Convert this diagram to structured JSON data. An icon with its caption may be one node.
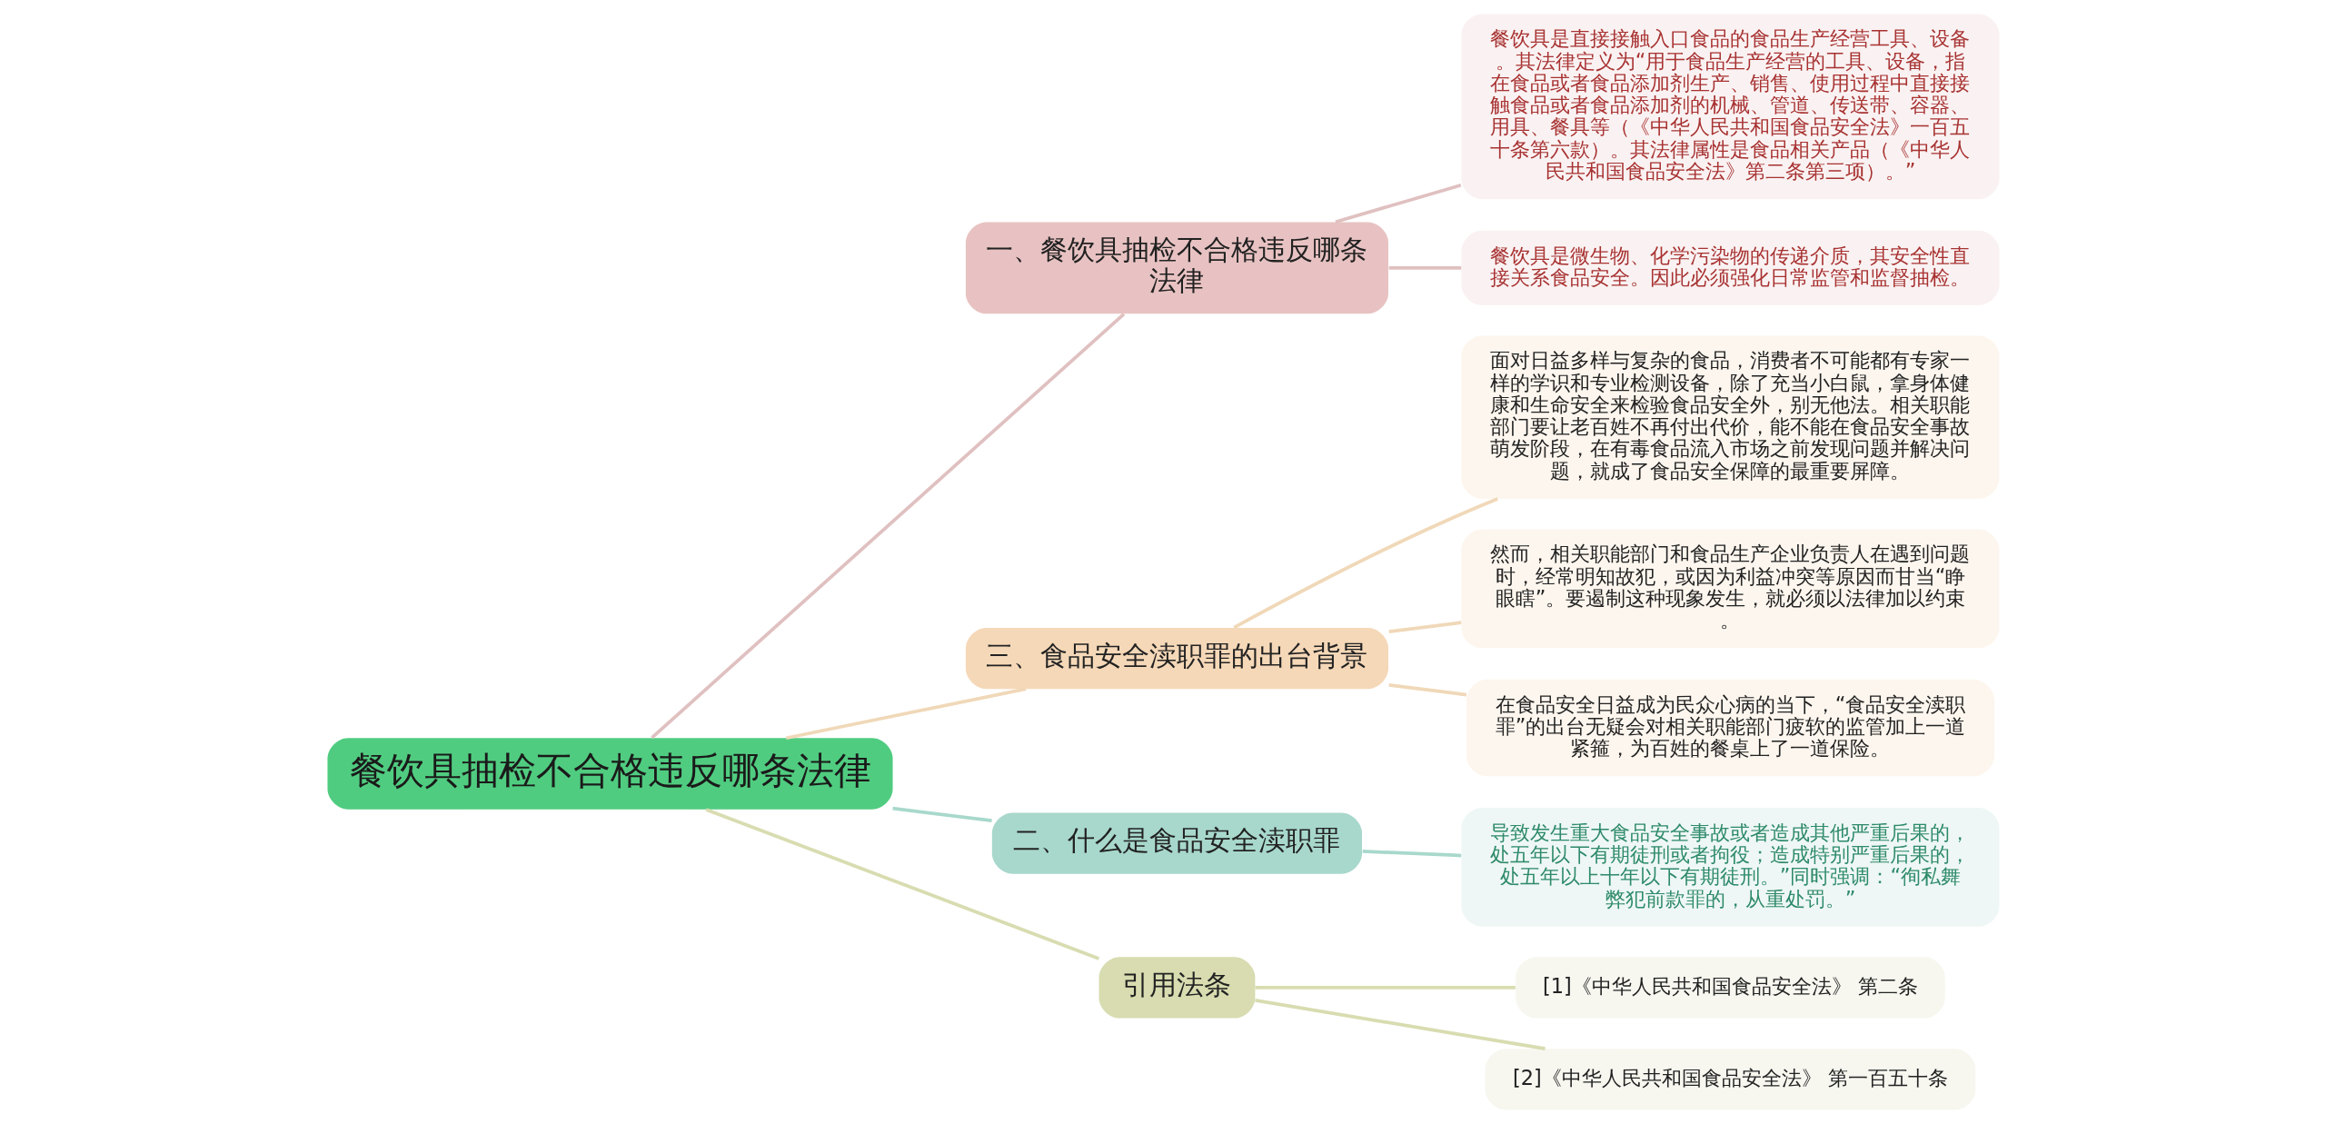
{
  "diagram": {
    "nodes": [
      {
        "text": [
          "餐饮具抽检不合格违反哪条法律"
        ]
      },
      {
        "text": [
          "一、餐饮具抽检不合格违反哪条法律"
        ]
      },
      {
        "text": [
          "餐饮具是直接接触入口食品的食品生产经营工具、设备。其法律定义为“用于食品生产经营的工具、设备，指在食品或者食品添加剂生产、销售、使用过程中直接接触食品或者食品添加剂的机械、管道、传送带、容器、用具、餐具等（《中华人民共和国食品安全法》一百五十条第六款）。其法律属性是食品相关产品（《中华人民共和国食品安全法》第二条第三项）。”"
        ]
      },
      {
        "text": [
          "餐饮具是微生物、化学污染物的传递介质，其安全性直接关系食品安全。因此必须强化日常监管和监督抽检。"
        ]
      },
      {
        "text": [
          "三、食品安全渎职罪的出台背景"
        ]
      },
      {
        "text": [
          "面对日益多样与复杂的食品，消费者不可能都有专家一样的学识和专业检测设备，除了充当小白鼠，拿身体健康和生命安全来检验食品安全外，别无他法。相关职能部门要让老百姓不再付出代价，能不能在食品安全事故萌发阶段，在有毒食品流入市场之前发现问题并解决问题，就成了食品安全保障的最重要屏障。"
        ]
      },
      {
        "text": [
          "然而，相关职能部门和食品生产企业负责人在遇到问题时，经常明知故犯，或因为利益冲突等原因而甘当“睁眼瞎”。要遏制这种现象发生，就必须以法律加以约束。"
        ]
      },
      {
        "text": [
          "在食品安全日益成为民众心病的当下，“食品安全渎职罪”的出台无疑会对相关职能部门疲软的监管加上一道紧箍，为百姓的餐桌上了一道保险。"
        ]
      },
      {
        "text": [
          "二、什么是食品安全渎职罪"
        ]
      },
      {
        "text": [
          "导致发生重大食品安全事故或者造成其他严重后果的，处五年以下有期徒刑或者拘役；造成特别严重后果的，处五年以上十年以下有期徒刑。”同时强调：“徇私舞弊犯前款罪的，从重处罚。”"
        ]
      },
      {
        "text": [
          "引用法条"
        ]
      },
      {
        "text": [
          "[1]《中华人民共和国食品安全法》 第二条"
        ]
      },
      {
        "text": [
          "[2]《中华人民共和国食品安全法》 第一百五十条"
        ]
      }
    ],
    "edges": [
      {
        "from": 0,
        "to": 1,
        "arrow": "none",
        "color": "#e0c0c0"
      },
      {
        "from": 1,
        "to": 2,
        "arrow": "none",
        "color": "#e0c0c0"
      },
      {
        "from": 1,
        "to": 3,
        "arrow": "none",
        "color": "#e0c0c0"
      },
      {
        "from": 0,
        "to": 4,
        "arrow": "none",
        "color": "#f0d8b8"
      },
      {
        "from": 4,
        "to": 5,
        "arrow": "none",
        "color": "#f0d8b8"
      },
      {
        "from": 4,
        "to": 6,
        "arrow": "none",
        "color": "#f0d8b8"
      },
      {
        "from": 4,
        "to": 7,
        "arrow": "none",
        "color": "#f0d8b8"
      },
      {
        "from": 0,
        "to": 8,
        "arrow": "none",
        "color": "#a8d8cc"
      },
      {
        "from": 8,
        "to": 9,
        "arrow": "none",
        "color": "#a8d8cc"
      },
      {
        "from": 0,
        "to": 10,
        "arrow": "none",
        "color": "#d8dcb0"
      },
      {
        "from": 10,
        "to": 11,
        "arrow": "none",
        "color": "#d8dcb0"
      },
      {
        "from": 10,
        "to": 12,
        "arrow": "none",
        "color": "#d8dcb0"
      }
    ]
  }
}
